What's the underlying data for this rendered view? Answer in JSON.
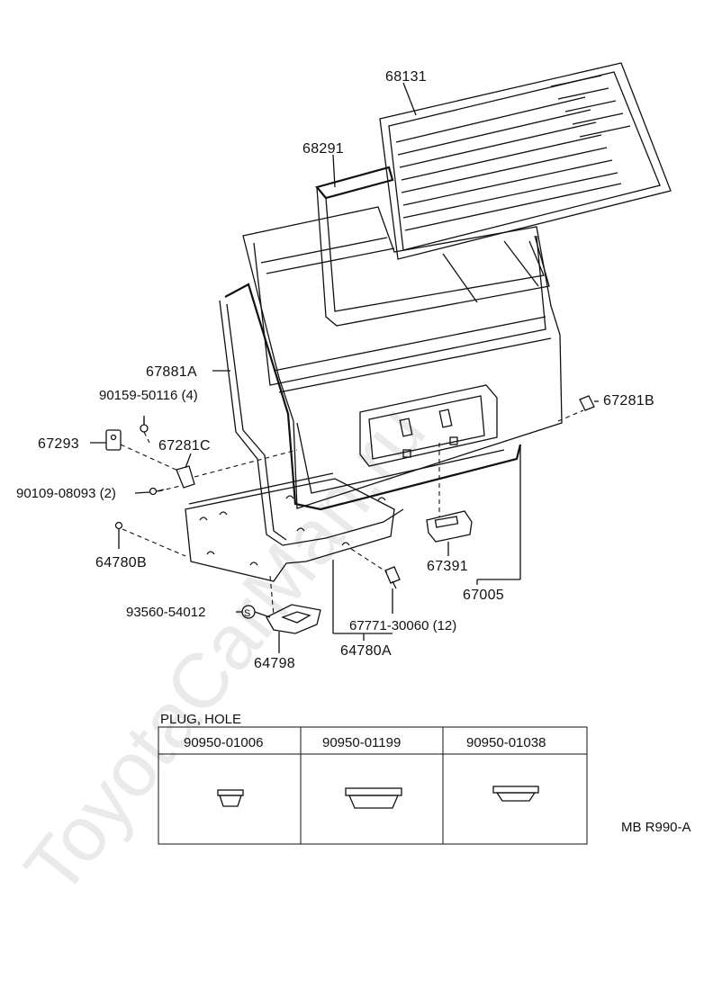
{
  "watermark": "ToyotaCarMan.ru",
  "parts": {
    "p68131": "68131",
    "p68291": "68291",
    "p67881A": "67881A",
    "p90159": "90159-50116 (4)",
    "p67293": "67293",
    "p67281C": "67281C",
    "p90109": "90109-08093 (2)",
    "p64780B": "64780B",
    "p93560": "93560-54012",
    "p64798": "64798",
    "p64780A": "64780A",
    "p67771": "67771-30060 (12)",
    "p67391": "67391",
    "p67005": "67005",
    "p67281B": "67281B"
  },
  "s_symbol": "S",
  "plug_table": {
    "title": "PLUG, HOLE",
    "columns": [
      "90950-01006",
      "90950-01199",
      "90950-01038"
    ]
  },
  "diagram_code": "MB R990-A"
}
